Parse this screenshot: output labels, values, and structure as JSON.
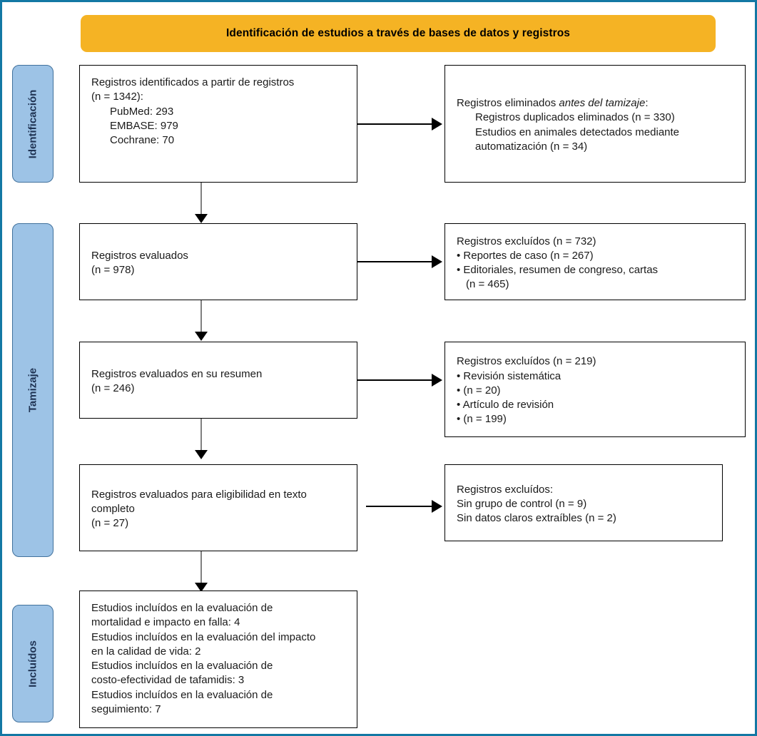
{
  "diagram": {
    "title": "Identificación de estudios a través de bases de datos y registros",
    "colors": {
      "banner": "#f5b324",
      "phase_fill": "#9dc3e6",
      "phase_stroke": "#41719c",
      "box_stroke": "#000000",
      "page_border": "#1378a4",
      "connector_line": "#808080",
      "arrow_head": "#000000"
    },
    "phases": [
      {
        "name": "identificacion",
        "label": "Identificación"
      },
      {
        "name": "tamizaje",
        "label": "Tamizaje"
      },
      {
        "name": "incluidos",
        "label": "Incluídos"
      }
    ],
    "boxes": {
      "identified": {
        "lines": [
          {
            "text": "Registros identificados a partir de registros",
            "indent": 0
          },
          {
            "text": "(n = 1342):",
            "indent": 0
          },
          {
            "text": "PubMed: 293",
            "indent": 1
          },
          {
            "text": "EMBASE: 979",
            "indent": 1
          },
          {
            "text": "Cochrane: 70",
            "indent": 1
          }
        ]
      },
      "removed_before": {
        "lines": [
          {
            "text": "Registros eliminados ",
            "italic_tail": "antes del tamizaje",
            "suffix": ":",
            "indent": 0
          },
          {
            "text": "Registros duplicados eliminados (n = 330)",
            "indent": 1
          },
          {
            "text": "Estudios en animales detectados mediante",
            "indent": 1
          },
          {
            "text": "automatización (n = 34)",
            "indent": 1
          }
        ]
      },
      "screened": {
        "lines": [
          {
            "text": "Registros evaluados",
            "indent": 0
          },
          {
            "text": "(n = 978)",
            "indent": 0
          }
        ]
      },
      "excluded_screened": {
        "lines": [
          {
            "text": "Registros excluídos (n = 732)",
            "indent": 0
          },
          {
            "text": "• Reportes de caso (n = 267)",
            "indent": 0
          },
          {
            "text": "• Editoriales, resumen de congreso, cartas",
            "indent": 0
          },
          {
            "text": "(n = 465)",
            "indent": 2
          }
        ]
      },
      "abstract_assessed": {
        "lines": [
          {
            "text": "Registros evaluados en su resumen",
            "indent": 0
          },
          {
            "text": "(n = 246)",
            "indent": 0
          }
        ]
      },
      "excluded_abstract": {
        "lines": [
          {
            "text": "Registros excluídos (n = 219)",
            "indent": 0
          },
          {
            "text": "• Revisión sistemática",
            "indent": 0
          },
          {
            "text": "• (n = 20)",
            "indent": 0
          },
          {
            "text": "• Artículo de revisión",
            "indent": 0
          },
          {
            "text": "• (n = 199)",
            "indent": 0
          }
        ]
      },
      "fulltext_assessed": {
        "lines": [
          {
            "text": "Registros evaluados para eligibilidad en texto",
            "indent": 0
          },
          {
            "text": "completo",
            "indent": 0
          },
          {
            "text": "(n = 27)",
            "indent": 0
          }
        ]
      },
      "excluded_fulltext": {
        "lines": [
          {
            "text": "Registros excluídos:",
            "indent": 0
          },
          {
            "text": "Sin grupo de control (n = 9)",
            "indent": 0
          },
          {
            "text": "Sin datos claros extraíbles (n = 2)",
            "indent": 0
          }
        ]
      },
      "included": {
        "lines": [
          {
            "text": "Estudios incluídos en la evaluación de",
            "indent": 0
          },
          {
            "text": "mortalidad e impacto en falla: 4",
            "indent": 0
          },
          {
            "text": "Estudios incluídos en la evaluación del impacto",
            "indent": 0
          },
          {
            "text": "en la calidad de vida: 2",
            "indent": 0
          },
          {
            "text": "Estudios incluídos en la evaluación de",
            "indent": 0
          },
          {
            "text": "costo-efectividad de tafamidis: 3",
            "indent": 0
          },
          {
            "text": "Estudios incluídos en la evaluación de",
            "indent": 0
          },
          {
            "text": "seguimiento: 7",
            "indent": 0
          }
        ]
      }
    }
  }
}
